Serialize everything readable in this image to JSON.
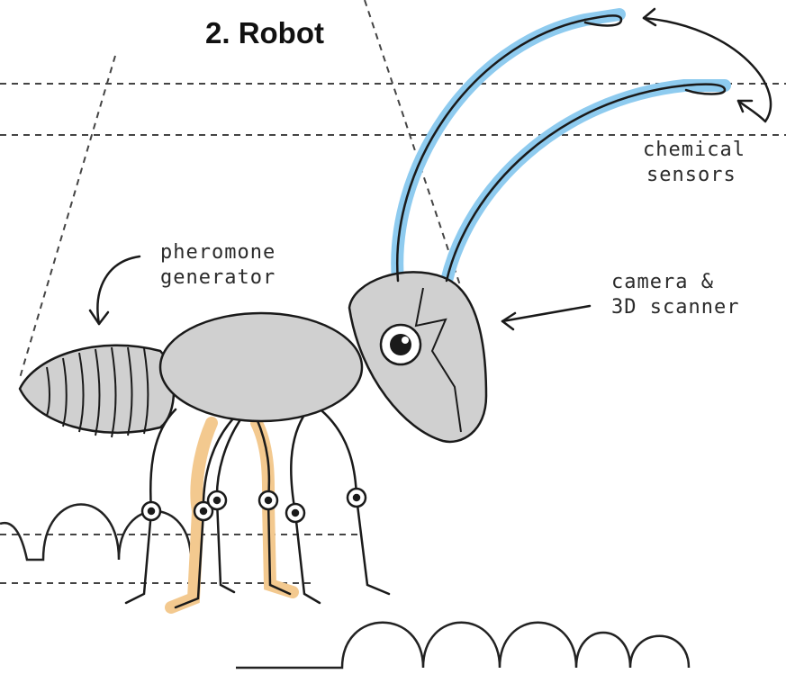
{
  "title": "2. Robot",
  "labels": {
    "chemical_sensors": [
      "chemical",
      "sensors"
    ],
    "pheromone_generator": [
      "pheromone",
      "generator"
    ],
    "camera_scanner": [
      "camera &",
      "3D scanner"
    ]
  },
  "colors": {
    "body_fill": "#d0d0d0",
    "outline": "#1a1a1a",
    "antenna_highlight": "#8ecbef",
    "leg_highlight": "#f3c98f",
    "guide_lines": "#444444"
  }
}
